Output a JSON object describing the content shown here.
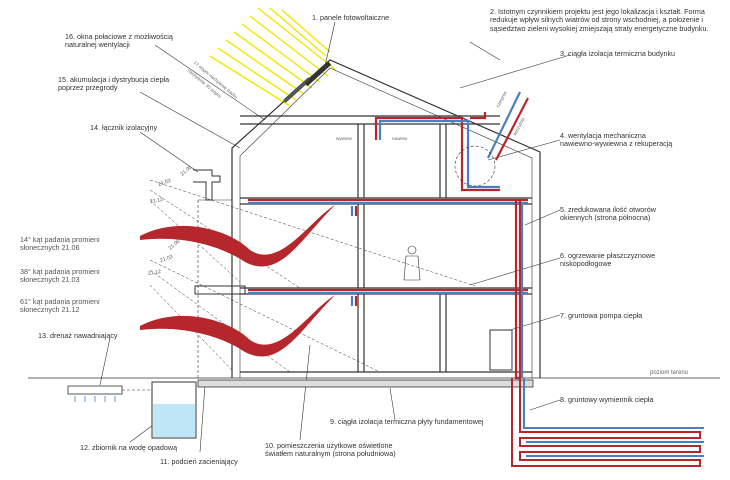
{
  "labels": {
    "l1": "1. panele fotowoltaiczne",
    "l2": "2. Istotnym czynnikiem projektu jest jego lokalizacja i kształt. Forma redukuje wpływ silnych wiatrów od strony wschodniej, a położenie i sąsiedztwo zieleni wysokiej zmiejszają straty energetyczne budynku.",
    "l3": "3. ciągła izolacja termiczna budynku",
    "l4": "4. wentylacja mechaniczna\nnawiewno-wywiewna z rekuperacją",
    "l5": "5. zredukowana ilość otworów\nokiennych (strona północna)",
    "l6": "6. ogrzewanie płaszczyznowe\nniskopodłogowe",
    "l7": "7. gruntowa pompa ciepła",
    "l8": "8. gruntowy wymiennik ciepła",
    "l9": "9. ciągła izolacja termiczna płyty fundamentowej",
    "l10": "10. pomieszczenia użytkowe oświetlone\nświatłem naturalnym (strona południowa)",
    "l11": "11. podcień zacieniający",
    "l12": "12. zbiornik na wodę opadową",
    "l13": "13. drenaż nawadniający",
    "l14": "14. łącznik izolacyjny",
    "l15": "15. akumulacja i dystrybucja ciepła\npoprzez przegrody",
    "l16": "16. okna połaciowe z możliwością\nnaturalnej wentylacji"
  },
  "angles": {
    "a1": "14° kąt padania promieni\nsłonecznych 21.06",
    "a2": "38° kąt padania promieni\nsłonecznych 21.03",
    "a3": "61° kąt padania promieni\nsłonecznych 21.12"
  },
  "misc": {
    "ground": "poziom terenu",
    "roof_slope": "17 stopni nachylenie dachu",
    "roof_slope2": "nachylenie 35 stopni",
    "wywiew": "wywiew",
    "nawiew": "nawiew",
    "czerpnia": "czerpnia",
    "wyrzutnia": "wyrzutnia",
    "d1": "21.06",
    "d2": "21.03",
    "d3": "21.12",
    "d4": "21.06",
    "d5": "21.03",
    "d6": "21.12"
  },
  "colors": {
    "red": "#b5272d",
    "blue": "#4a7fc1",
    "sun": "#f2e600",
    "line": "#333333"
  }
}
